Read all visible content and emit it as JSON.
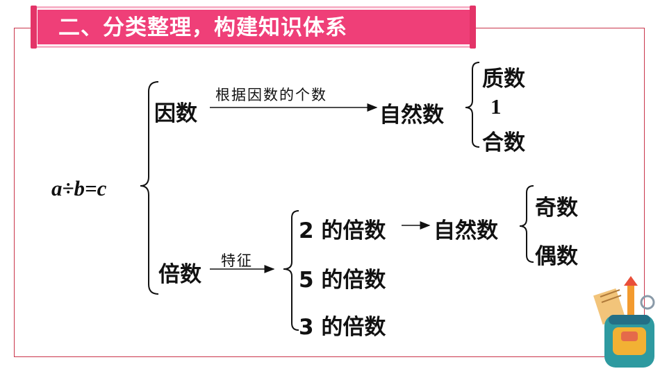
{
  "banner": {
    "title": "二、分类整理，构建知识体系"
  },
  "diagram": {
    "root": "a÷b=c",
    "factor_branch": {
      "label": "因数",
      "arrow_label": "根据因数的个数",
      "target": "自然数",
      "items": [
        "质数",
        "1",
        "合数"
      ]
    },
    "multiple_branch": {
      "label": "倍数",
      "arrow_label": "特征",
      "items": [
        "2 的倍数",
        "5 的倍数",
        "3 的倍数"
      ],
      "sub_target": "自然数",
      "sub_items": [
        "奇数",
        "偶数"
      ]
    }
  },
  "colors": {
    "accent": "#ef3f78",
    "frame": "#c9344a"
  },
  "decoration": {
    "icon": "school-bag-icon"
  }
}
